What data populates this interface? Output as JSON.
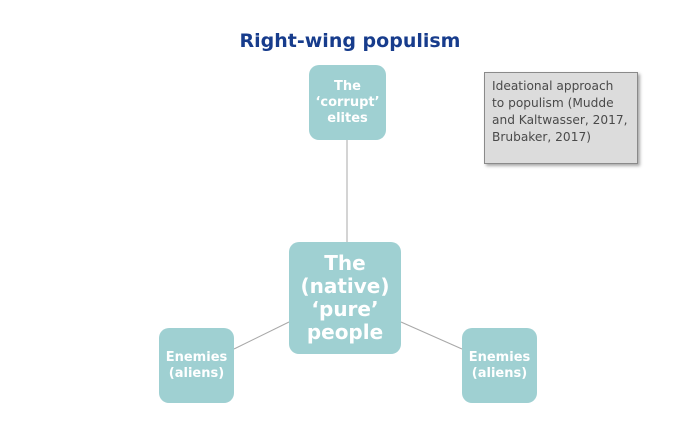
{
  "title": "Right-wing populism",
  "nodes": {
    "top": {
      "lines": [
        "The",
        "‘corrupt’",
        "elites"
      ]
    },
    "center": {
      "lines": [
        "The",
        "(native)",
        "‘pure’",
        "people"
      ]
    },
    "left": {
      "lines": [
        "Enemies",
        "(aliens)"
      ]
    },
    "right": {
      "lines": [
        "Enemies",
        "(aliens)"
      ]
    }
  },
  "citation": {
    "lines": [
      "Ideational approach",
      "to populism (Mudde",
      "and Kaltwasser, 2017,",
      "Brubaker, 2017)"
    ]
  },
  "colors": {
    "title": "#173c8c",
    "node_fill": "#9fd0d2",
    "node_text": "#ffffff",
    "connector": "#a8a8a8",
    "citation_fill": "#dcdcdc",
    "citation_text": "#4a4a4a"
  }
}
